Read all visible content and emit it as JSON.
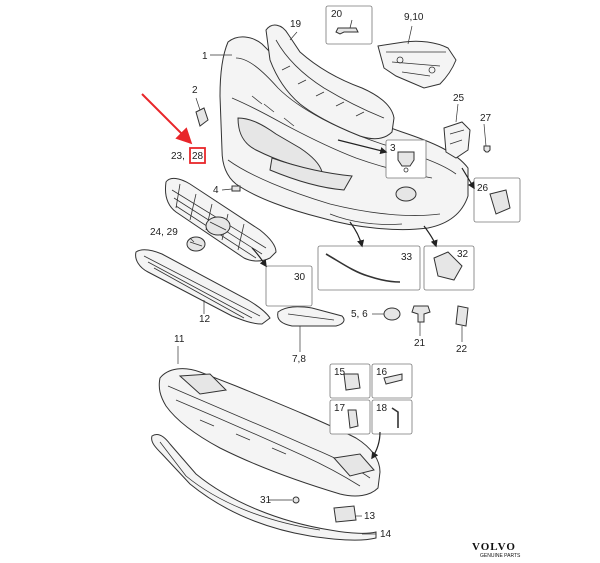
{
  "labels": {
    "l1": "1",
    "l2": "2",
    "l3": "3",
    "l4": "4",
    "l5_6": "5, 6",
    "l7_8": "7,8",
    "l9_10": "9,10",
    "l11": "11",
    "l12": "12",
    "l13": "13",
    "l14": "14",
    "l15": "15",
    "l16": "16",
    "l17": "17",
    "l18": "18",
    "l19": "19",
    "l20": "20",
    "l21": "21",
    "l22": "22",
    "l23": "23,",
    "l28": "28",
    "l24_29": "24, 29",
    "l25": "25",
    "l26": "26",
    "l27": "27",
    "l30": "30",
    "l31": "31",
    "l32": "32",
    "l33": "33"
  },
  "brand": {
    "name": "VOLVO",
    "sub": "GENUINE PARTS"
  },
  "colors": {
    "highlight": "#e8262a",
    "line": "#333333",
    "background": "#ffffff"
  }
}
